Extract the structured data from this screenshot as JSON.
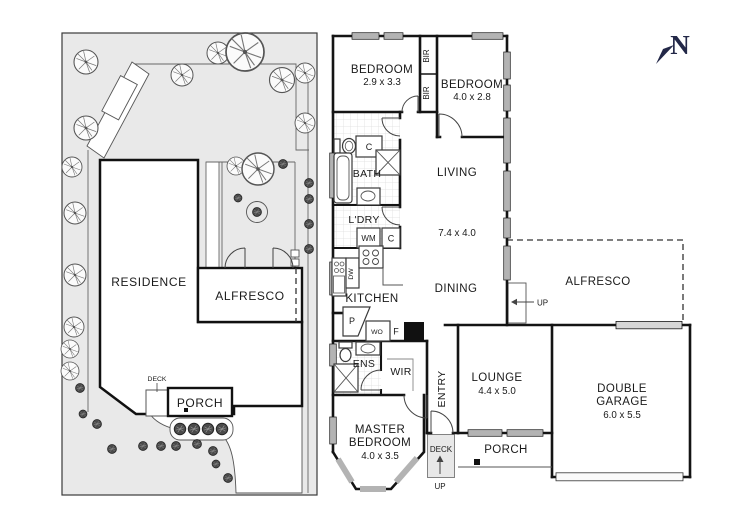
{
  "north": {
    "label": "N"
  },
  "site": {
    "residence": "RESIDENCE",
    "alfresco": "ALFRESCO",
    "porch": "PORCH",
    "deck": "DECK"
  },
  "plan": {
    "bedroom1_name": "BEDROOM",
    "bedroom1_dims": "2.9 x 3.3",
    "bedroom2_name": "BEDROOM",
    "bedroom2_dims": "4.0 x 2.8",
    "bir1": "BIR",
    "bir2": "BIR",
    "closet_hall": "C",
    "closet_ldry": "C",
    "bath": "BATH",
    "laundry": "L'DRY",
    "wm": "WM",
    "dw": "DW",
    "kitchen": "KITCHEN",
    "living_name": "LIVING",
    "living_dims": "7.4 x 4.0",
    "dining": "DINING",
    "alfresco": "ALFRESCO",
    "alfresco_up": "UP",
    "pantry": "P",
    "wall_oven": "WO",
    "fridge": "F",
    "ens": "ENS",
    "wir": "WIR",
    "entry": "ENTRY",
    "lounge_name": "LOUNGE",
    "lounge_dims": "4.4 x 5.0",
    "master_line1": "MASTER",
    "master_line2": "BEDROOM",
    "master_dims": "4.0 x 3.5",
    "deck": "DECK",
    "deck_up": "UP",
    "porch": "PORCH",
    "garage_line1": "DOUBLE",
    "garage_line2": "GARAGE",
    "garage_dims": "6.0 x 5.5"
  },
  "colors": {
    "wall": "#141414",
    "window_fill": "#b3b3b3",
    "site_fill": "#e9e9e9",
    "north_indicator": "#232848"
  }
}
